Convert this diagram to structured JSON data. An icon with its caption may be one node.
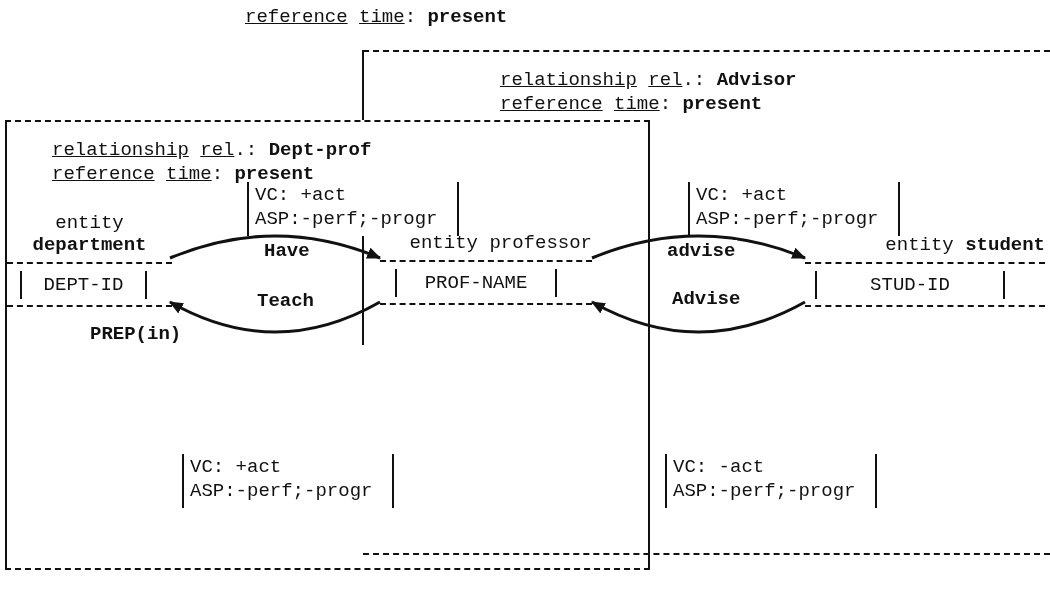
{
  "diagram": {
    "nodes": [
      {
        "text": [
          "relationship rel.: **Advisor**",
          "reference time: **present**"
        ]
      },
      {
        "text": [
          "relationship rel.: **Dept-prof**",
          "reference time: **present**"
        ]
      },
      {
        "text": [
          "entity **department**",
          "DEPT-ID"
        ],
        "in": 1
      },
      {
        "text": [
          "entity professor",
          "PROF-NAME"
        ]
      },
      {
        "text": [
          "entity **student**",
          "STUD-ID"
        ],
        "in": 0
      },
      {
        "text": [
          "VC: +act",
          "ASP:-perf;-progr"
        ],
        "in": 1
      },
      {
        "text": [
          "VC: +act",
          "ASP:-perf;-progr"
        ],
        "in": 0
      },
      {
        "text": [
          "VC: +act",
          "ASP:-perf;-progr"
        ],
        "in": 1
      },
      {
        "text": [
          "VC: -act",
          "ASP:-perf;-progr"
        ],
        "in": 0
      }
    ],
    "edges": [
      {
        "from": 2,
        "to": 3,
        "arrow": "to",
        "label": "Have"
      },
      {
        "from": 3,
        "to": 2,
        "arrow": "to",
        "label": "Teach"
      },
      {
        "from": 3,
        "to": 4,
        "arrow": "to",
        "label": "advise"
      },
      {
        "from": 4,
        "to": 3,
        "arrow": "to",
        "label": "Advise"
      }
    ],
    "labels": [
      "reference time: **present**",
      "PREP(in)"
    ]
  }
}
